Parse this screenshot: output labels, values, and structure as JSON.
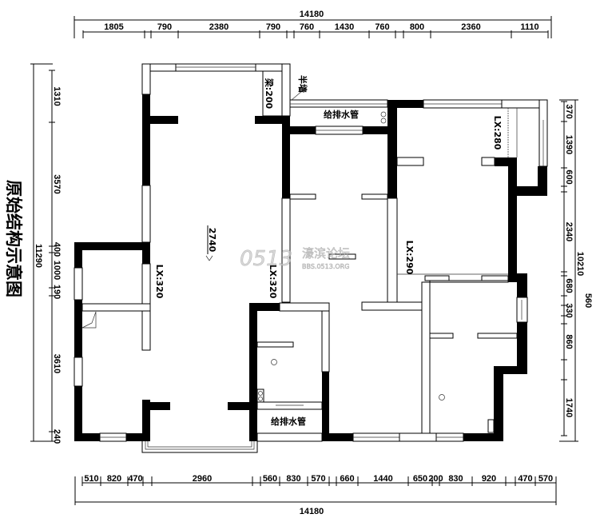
{
  "title": "原始结构示意图",
  "top_dimensions": {
    "total": "14180",
    "segments": [
      "1805",
      "790",
      "2380",
      "790",
      "760",
      "1430",
      "760",
      "800",
      "2360",
      "1110"
    ]
  },
  "bottom_dimensions": {
    "total": "14180",
    "segments": [
      "510",
      "820",
      "470",
      "2960",
      "560",
      "830",
      "570",
      "660",
      "1440",
      "650",
      "200",
      "830",
      "920",
      "470",
      "570"
    ]
  },
  "left_dimensions": {
    "total": "11290",
    "segments": [
      "1310",
      "3570",
      "400",
      "1000",
      "190",
      "3610",
      "240"
    ]
  },
  "right_dimensions": {
    "total": "10210",
    "segments": [
      "370",
      "1390",
      "600",
      "2340",
      "680",
      "560",
      "330",
      "860",
      "1740"
    ]
  },
  "labels": {
    "ceiling_height": "2740",
    "beam": "梁:200",
    "half_wall": "半墙",
    "lx_living_left": "LX:320",
    "lx_living_right": "LX:320",
    "lx_middle": "LX:290",
    "lx_top_right": "LX:280",
    "pipe_top": "给排水管",
    "pipe_bottom": "给排水管"
  },
  "watermark": {
    "logo": "0513",
    "name": "濠滨论坛",
    "url": "BBS.0513.ORG"
  }
}
